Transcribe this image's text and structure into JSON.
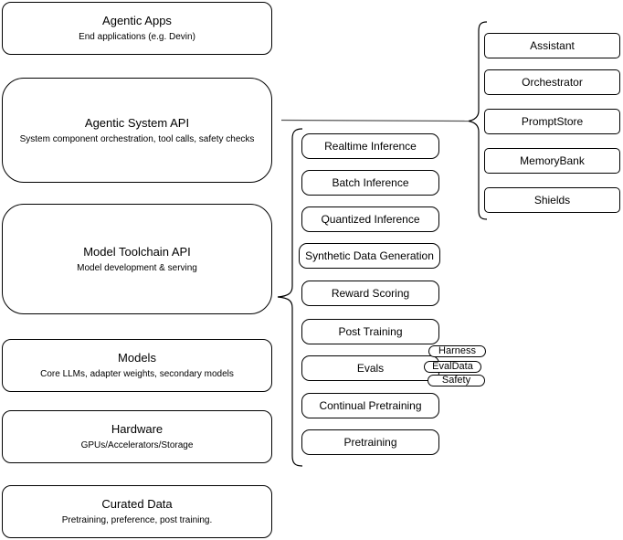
{
  "diagram": {
    "background": "#ffffff",
    "stroke_color": "#000000",
    "connector_color": "#555555"
  },
  "left_stack": [
    {
      "title": "Agentic Apps",
      "subtitle": "End applications (e.g. Devin)"
    },
    {
      "title": "Agentic System API",
      "subtitle": "System component orchestration, tool calls, safety checks"
    },
    {
      "title": "Model Toolchain API",
      "subtitle": "Model development & serving"
    },
    {
      "title": "Models",
      "subtitle": "Core LLMs, adapter weights, secondary models"
    },
    {
      "title": "Hardware",
      "subtitle": "GPUs/Accelerators/Storage"
    },
    {
      "title": "Curated Data",
      "subtitle": "Pretraining, preference, post training."
    }
  ],
  "toolchain_items": [
    "Realtime Inference",
    "Batch Inference",
    "Quantized Inference",
    "Synthetic Data Generation",
    "Reward Scoring",
    "Post Training",
    "Evals",
    "Continual Pretraining",
    "Pretraining"
  ],
  "eval_pills": [
    "Harness",
    "EvalData",
    "Safety"
  ],
  "system_components": [
    "Assistant",
    "Orchestrator",
    "PromptStore",
    "MemoryBank",
    "Shields"
  ]
}
